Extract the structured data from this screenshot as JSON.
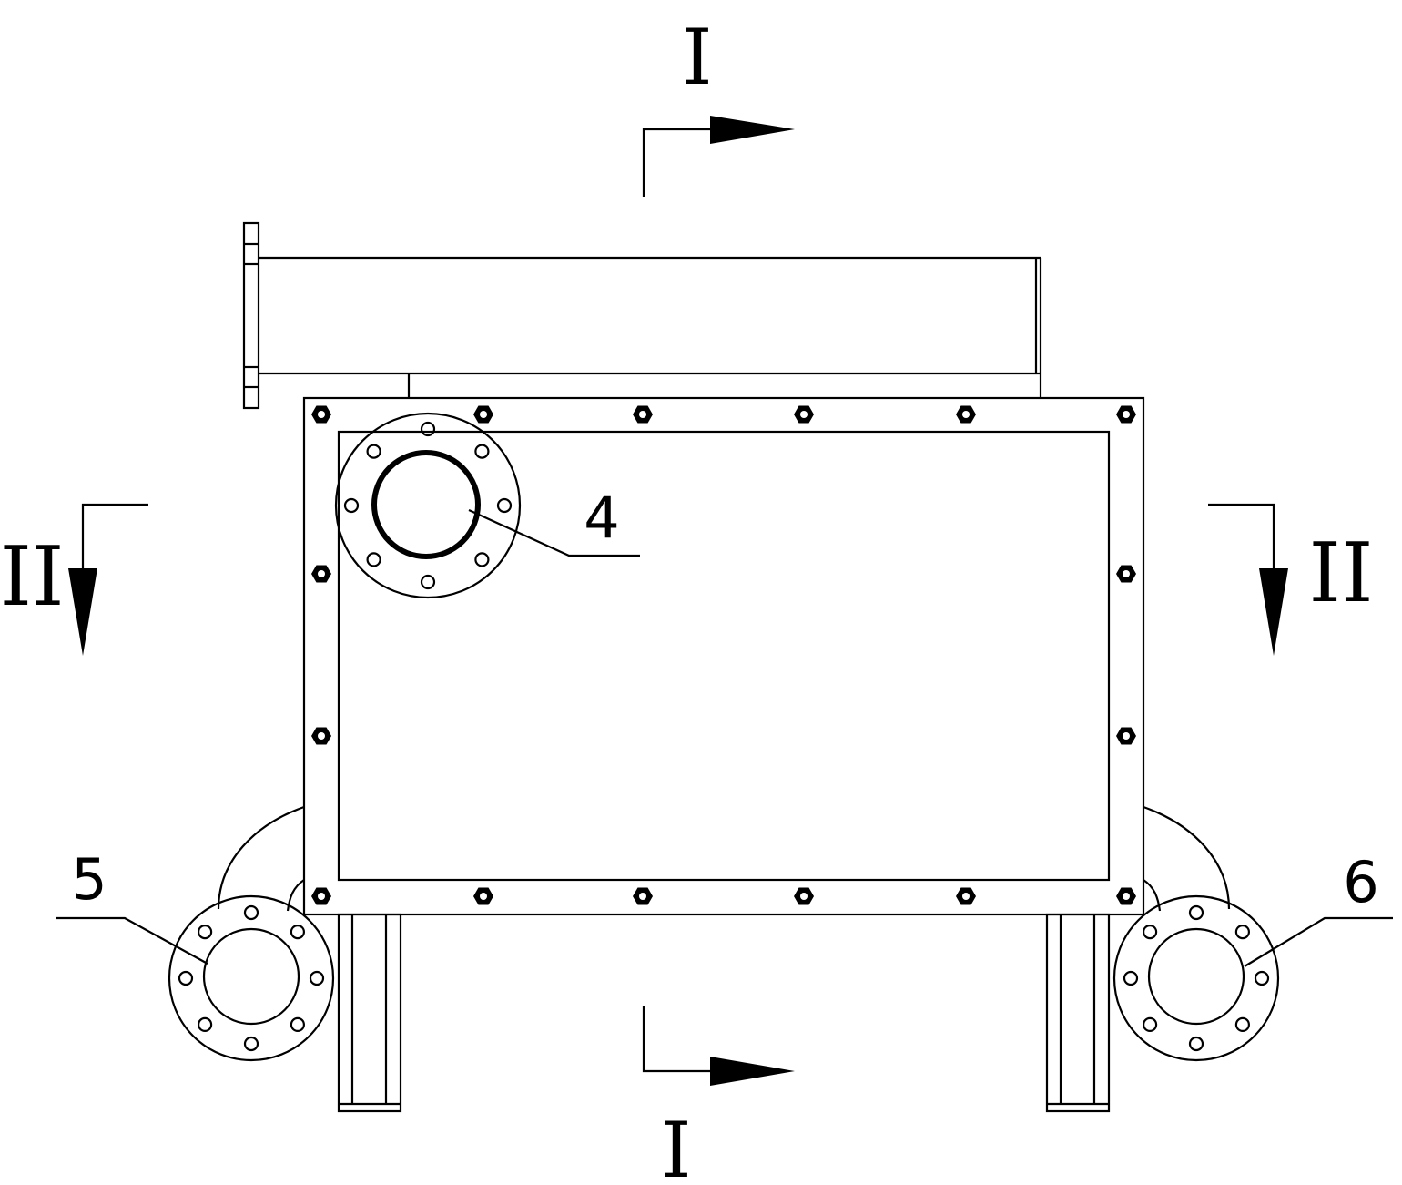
{
  "section_labels": {
    "top": "I",
    "bottom": "I",
    "left": "II",
    "right": "II"
  },
  "callouts": [
    {
      "id": "top-flange",
      "label": "4"
    },
    {
      "id": "bottom-left-flange",
      "label": "5"
    },
    {
      "id": "bottom-right-flange",
      "label": "6"
    }
  ],
  "colors": {
    "line": "#000000",
    "background": "#ffffff"
  }
}
